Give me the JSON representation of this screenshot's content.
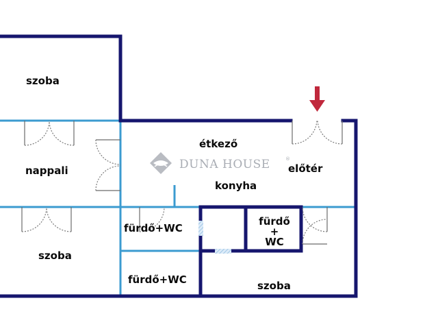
{
  "rooms": {
    "szoba_top": "szoba",
    "nappali": "nappali",
    "etkezo": "étkező",
    "eloter": "előtér",
    "konyha": "konyha",
    "szoba_left": "szoba",
    "furdo_wc_1": "fürdő+WC",
    "furdo_wc_2": "fürdő+WC",
    "furdo_small_line1": "fürdő",
    "furdo_small_line2": "+",
    "furdo_small_line3": "WC",
    "szoba_bottom": "szoba"
  },
  "watermark": {
    "text": "DUNA HOUSE",
    "reg": "®"
  },
  "colors": {
    "outer_wall": "#16166e",
    "inner_wall": "#3b9bd0",
    "arrow": "#c0283c",
    "window_hatch": "#9ec7e8"
  },
  "icons": {
    "entrance": "entrance-arrow-icon",
    "logo": "duna-house-logo-icon"
  }
}
